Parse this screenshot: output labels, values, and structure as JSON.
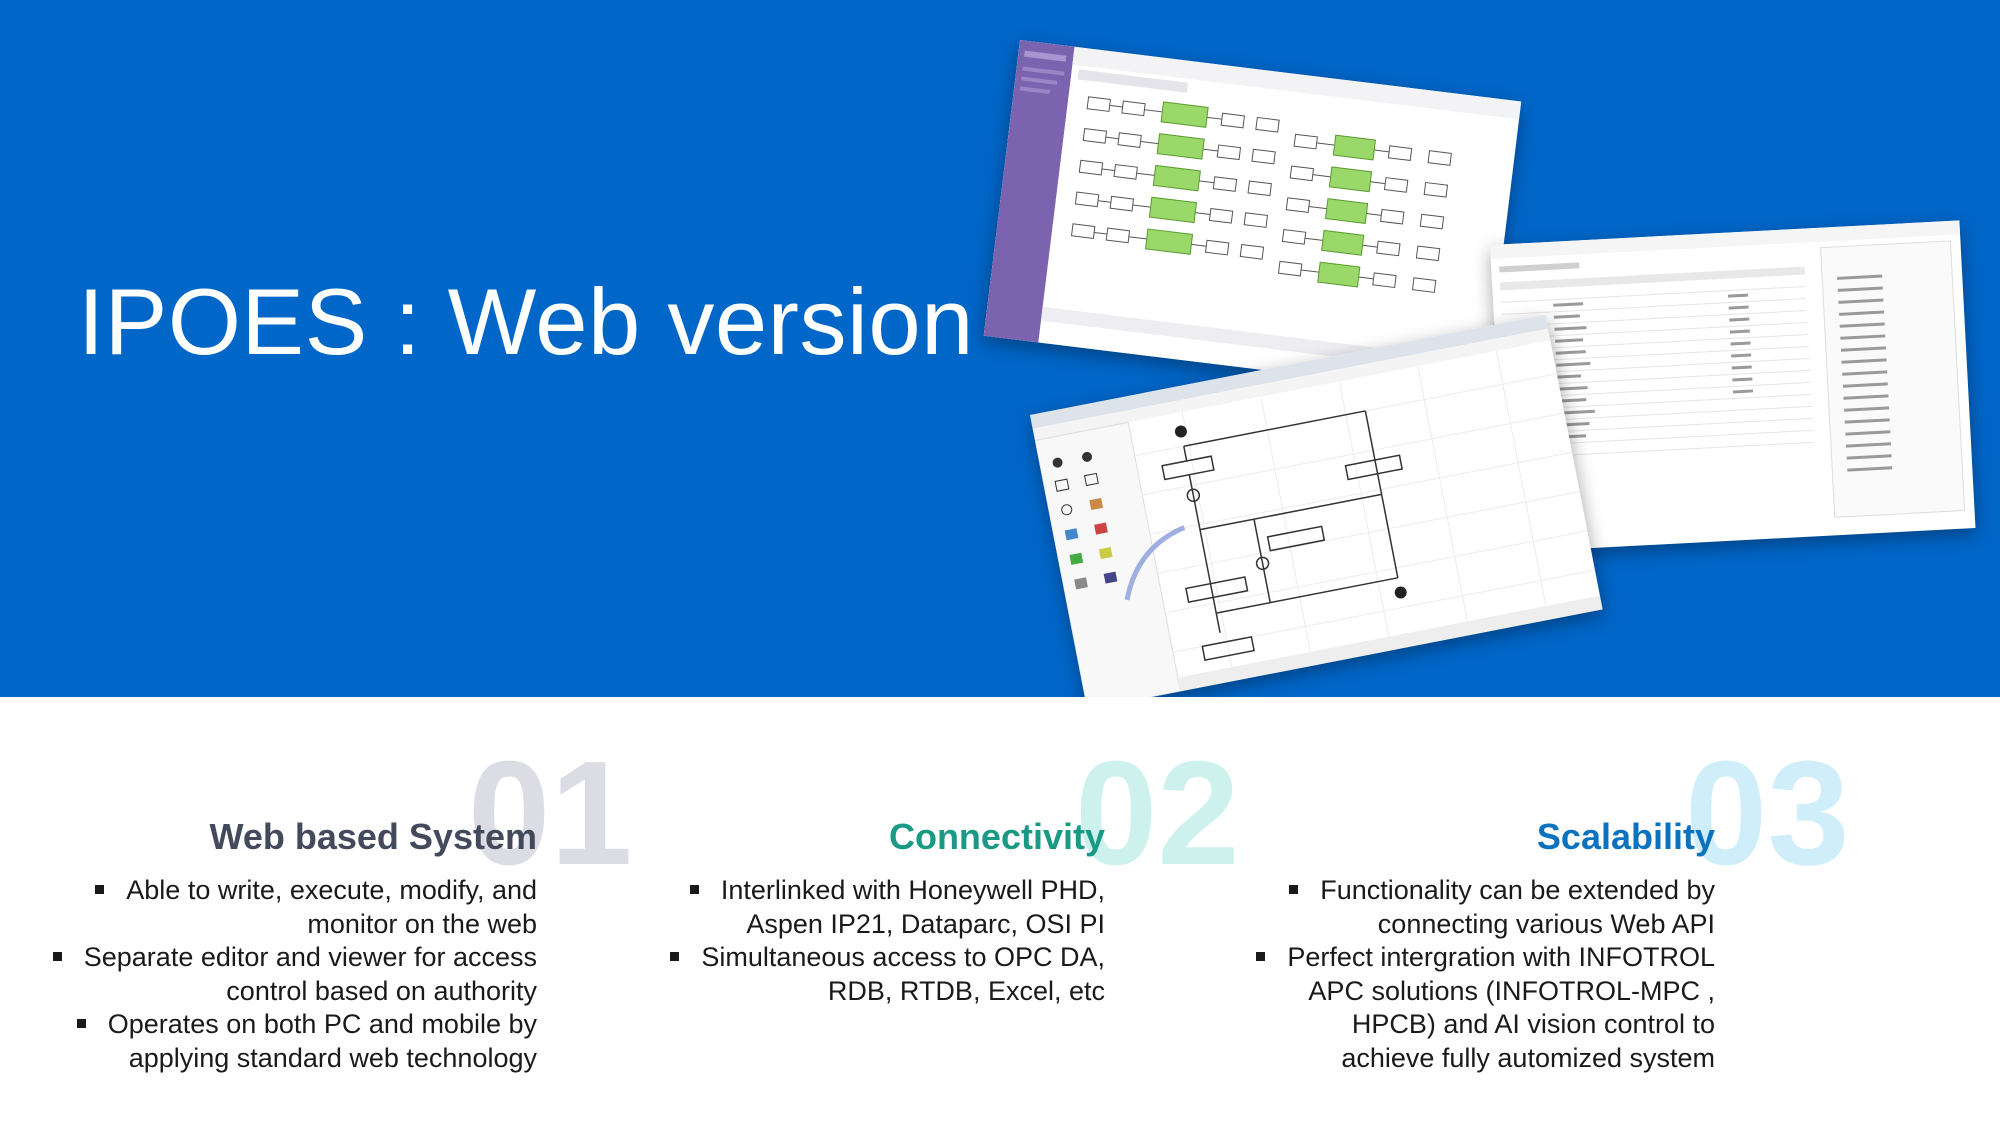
{
  "slide": {
    "title": "IPOES : Web version",
    "banner_color": "#0066c8"
  },
  "columns": [
    {
      "number": "01",
      "heading": "Web based System",
      "heading_color": "#434a5c",
      "points": [
        [
          "Able to write, execute, modify, and",
          "monitor on the web"
        ],
        [
          "Separate editor and viewer for access",
          "control based on authority"
        ],
        [
          "Operates on both PC and mobile by",
          "applying standard web technology"
        ]
      ]
    },
    {
      "number": "02",
      "heading": "Connectivity",
      "heading_color": "#1a9a84",
      "points": [
        [
          "Interlinked with Honeywell PHD,",
          "Aspen IP21, Dataparc, OSI PI"
        ],
        [
          "Simultaneous access to OPC DA,",
          "RDB, RTDB, Excel, etc"
        ]
      ]
    },
    {
      "number": "03",
      "heading": "Scalability",
      "heading_color": "#0a72bf",
      "points": [
        [
          "Functionality can be extended by",
          "connecting various Web API"
        ],
        [
          "Perfect intergration with INFOTROL",
          "APC solutions (INFOTROL-MPC ,",
          "HPCB) and AI vision control to",
          "achieve fully automized system"
        ]
      ]
    }
  ]
}
